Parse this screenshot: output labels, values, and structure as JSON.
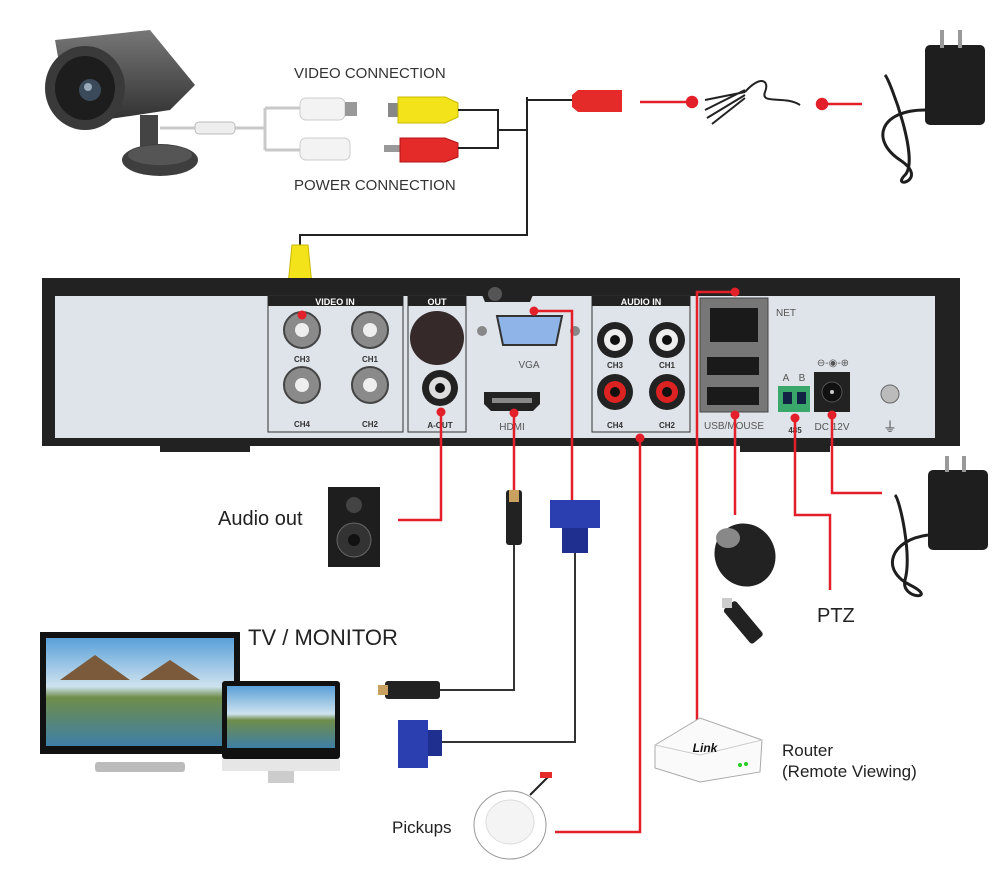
{
  "labels": {
    "video_connection": "VIDEO CONNECTION",
    "power_connection": "POWER CONNECTION",
    "audio_out": "Audio out",
    "tv_monitor": "TV / MONITOR",
    "router": "Router",
    "remote_viewing": "(Remote Viewing)",
    "pickups": "Pickups",
    "ptz": "PTZ",
    "router_brand": "Link"
  },
  "dvr_panel": {
    "video_in": "VIDEO IN",
    "video_channels": [
      "CH3",
      "CH1",
      "CH4",
      "CH2"
    ],
    "out": "OUT",
    "a_out": "A-OUT",
    "vga": "VGA",
    "hdmi": "HDMI",
    "audio_in": "AUDIO IN",
    "audio_channels": [
      "CH3",
      "CH1",
      "CH4",
      "CH2"
    ],
    "net": "NET",
    "usb_mouse": "USB/MOUSE",
    "rs485_a": "A",
    "rs485_b": "B",
    "rs485": "485",
    "dc": "DC 12V"
  },
  "colors": {
    "connection_line": "#e3202a",
    "cable": "#222222",
    "panel_face": "#dfe4ea",
    "video_plug": "#f2e31a",
    "power_plug": "#e52a2a",
    "vga_blue": "#2b3fb0"
  }
}
